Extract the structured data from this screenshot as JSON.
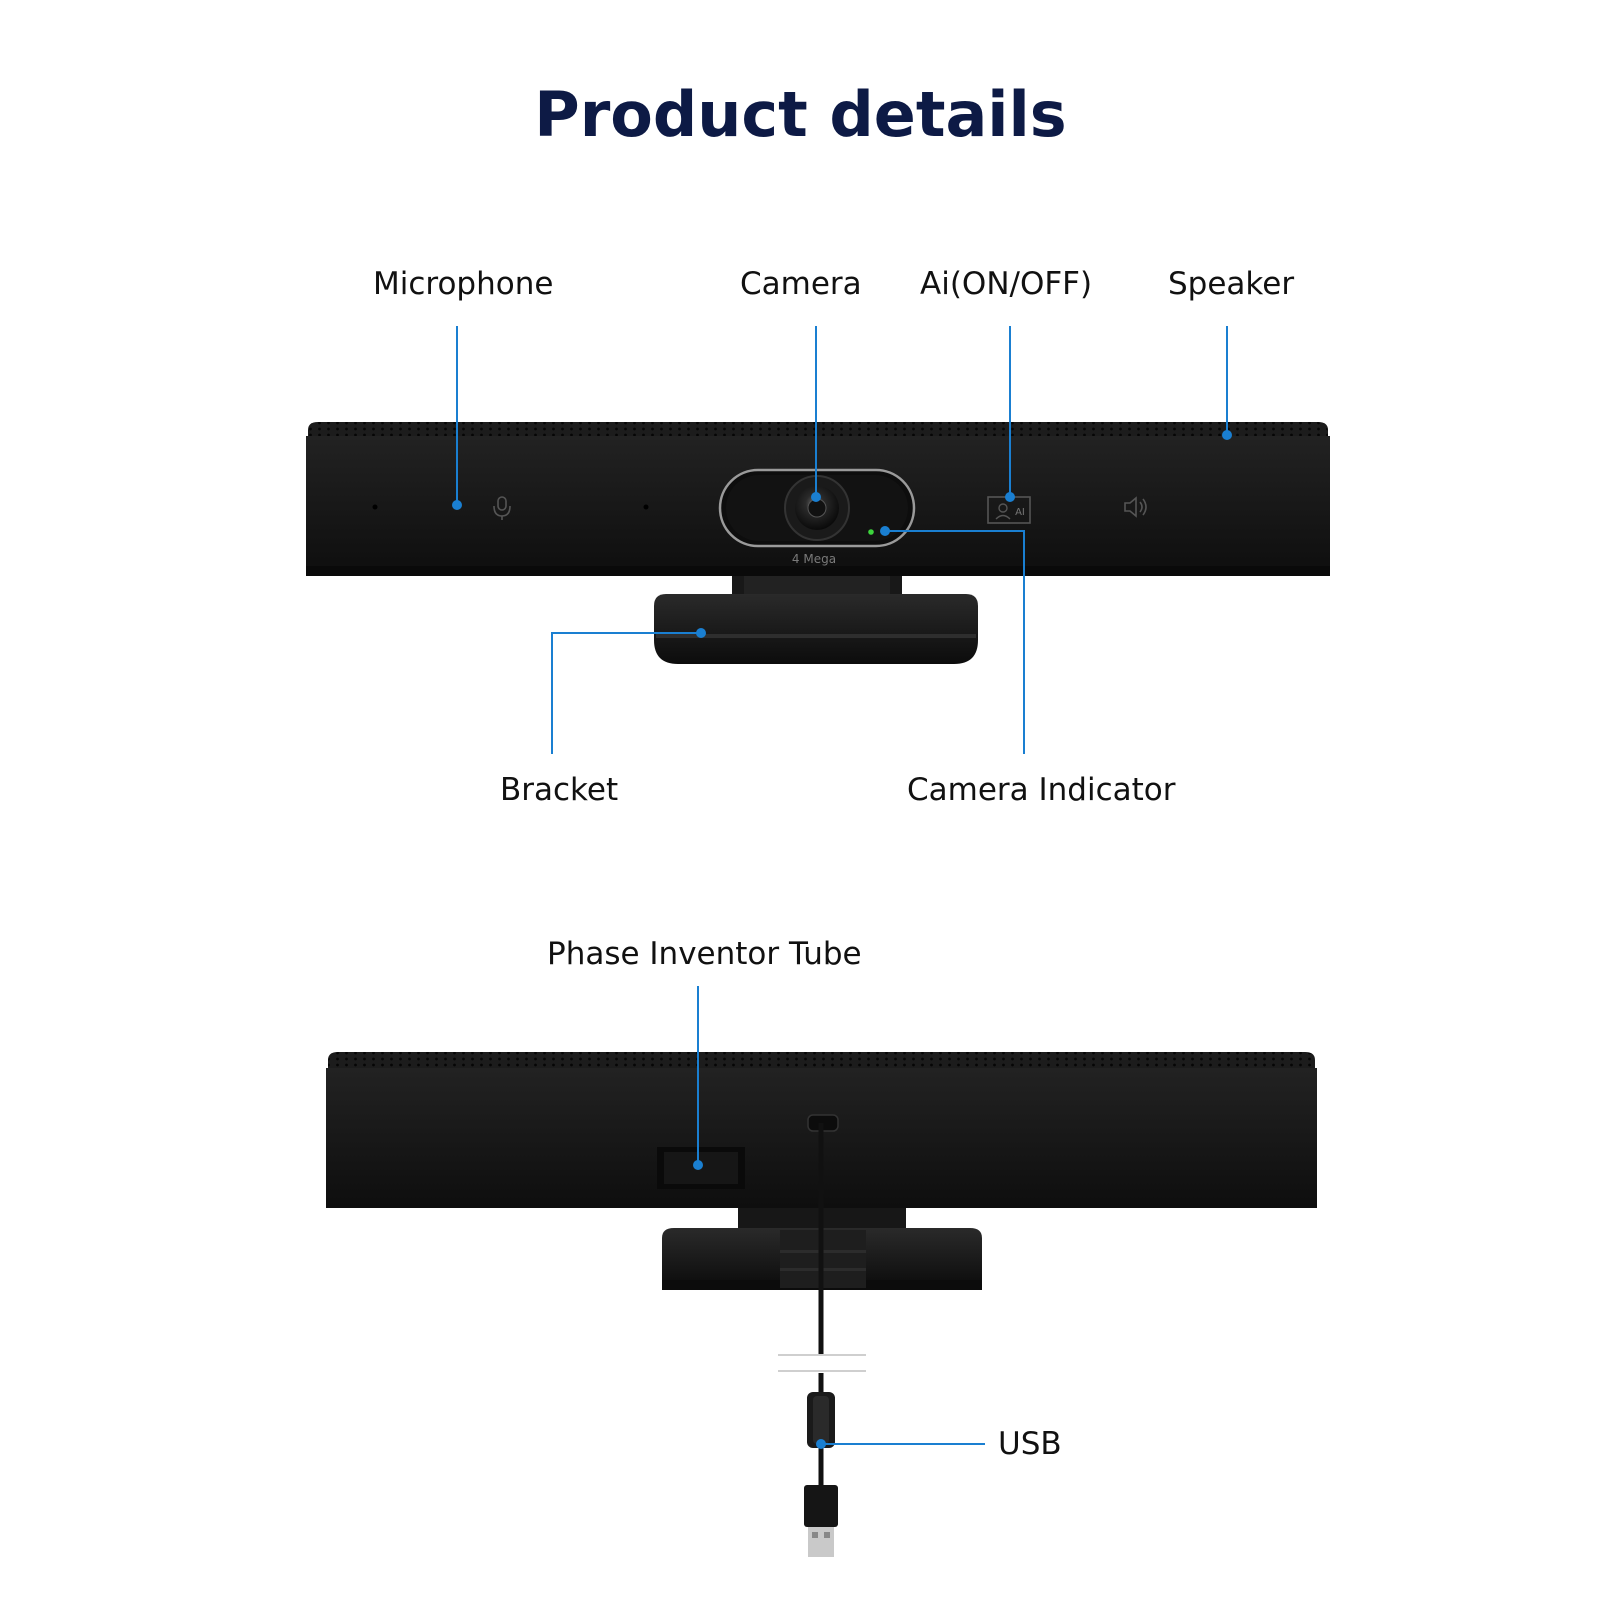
{
  "title": "Product details",
  "labels": {
    "microphone": "Microphone",
    "camera": "Camera",
    "ai": "Ai(ON/OFF)",
    "speaker": "Speaker",
    "bracket": "Bracket",
    "camera_indicator": "Camera Indicator",
    "phase_inventor_tube": "Phase Inventor Tube",
    "usb": "USB"
  },
  "device": {
    "lens_text": "4 Mega",
    "ai_button_text": "AI"
  },
  "colors": {
    "title": "#0d1a45",
    "callout": "#1a7fd1",
    "device_body": "#151515",
    "indicator_led": "#3cd43c"
  },
  "icons": [
    "microphone-icon",
    "ai-face-icon",
    "speaker-icon"
  ]
}
